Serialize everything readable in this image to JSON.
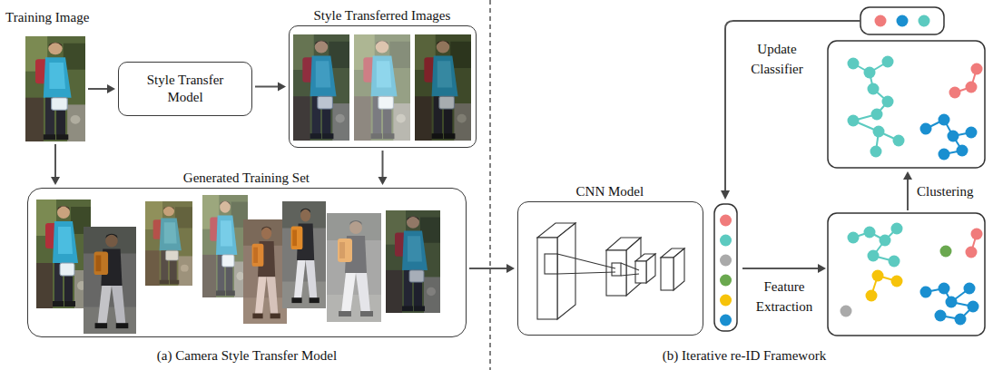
{
  "diagram": {
    "nodes": [
      {
        "text": [
          "Training Image"
        ]
      },
      {
        "text": [
          "Style Transfer Model"
        ]
      },
      {
        "text": [
          "Style Transferred Images"
        ]
      },
      {
        "text": [
          "Generated Training Set"
        ]
      },
      {
        "text": [
          "CNN Model"
        ]
      }
    ],
    "edges": [
      {
        "from": 0,
        "to": 1,
        "arrow": "to"
      },
      {
        "from": 1,
        "to": 2,
        "arrow": "to"
      },
      {
        "from": 0,
        "to": 3,
        "arrow": "to"
      },
      {
        "from": 2,
        "to": 3,
        "arrow": "to"
      },
      {
        "from": 3,
        "to": 4,
        "arrow": "to"
      }
    ],
    "labels": [
      "Update Classifier",
      "Feature Extraction",
      "Clustering",
      "(a) Camera Style Transfer Model",
      "(b) Iterative re-ID Framework"
    ]
  }
}
